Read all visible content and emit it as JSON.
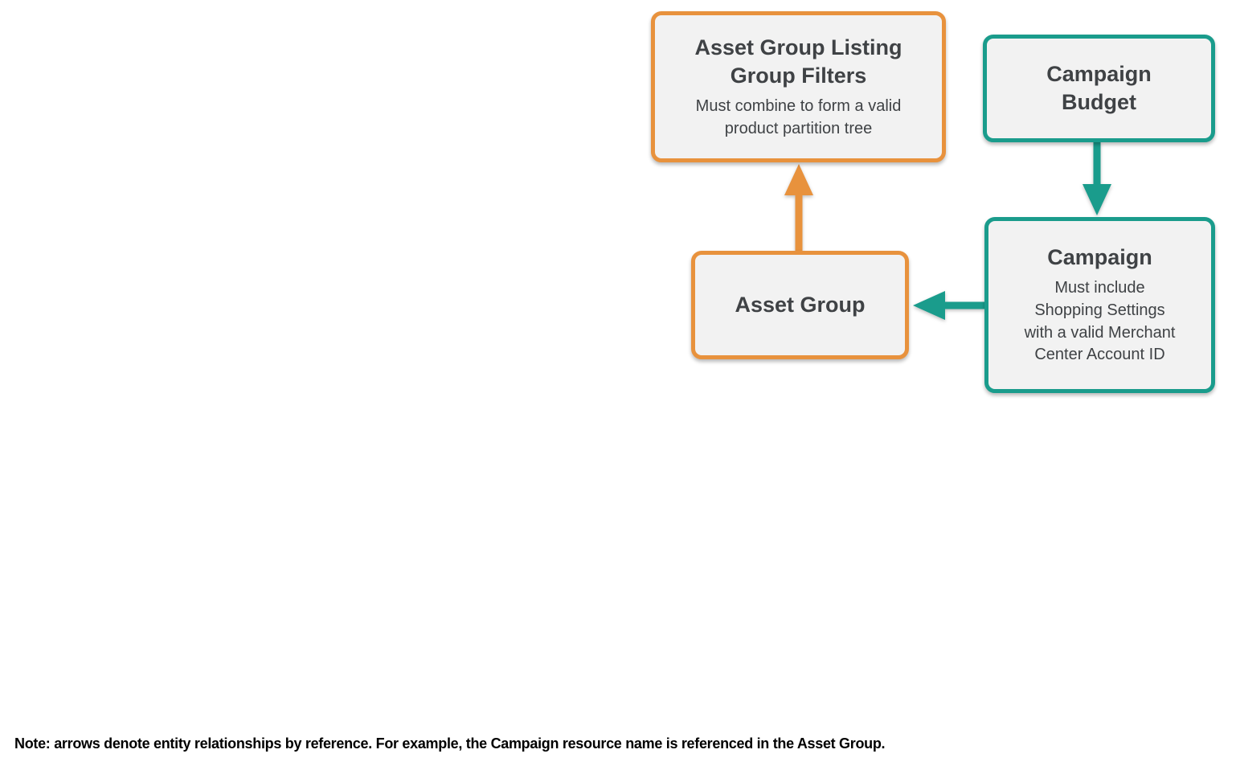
{
  "colors": {
    "page-bg": "#FFFFFF",
    "orange": "#E8923D",
    "teal": "#1A9C8C",
    "node-bg": "#F2F2F2",
    "text-dark": "#3F4245",
    "note-color": "#000000"
  },
  "nodes": {
    "listing_filters": {
      "title": "Asset Group Listing\nGroup Filters",
      "subtitle": "Must combine to form a valid\nproduct partition tree"
    },
    "campaign_budget": {
      "title": "Campaign\nBudget"
    },
    "campaign": {
      "title": "Campaign",
      "subtitle": "Must include\nShopping Settings\nwith a valid Merchant\nCenter Account ID"
    },
    "asset_group": {
      "title": "Asset Group"
    }
  },
  "arrows": [
    {
      "from": "Asset Group",
      "to": "Asset Group Listing Group Filters",
      "color": "#E8923D"
    },
    {
      "from": "Campaign Budget",
      "to": "Campaign",
      "color": "#1A9C8C"
    },
    {
      "from": "Campaign",
      "to": "Asset Group",
      "color": "#1A9C8C"
    }
  ],
  "note": "Note: arrows denote entity relationships by reference. For example, the Campaign resource name is referenced in the Asset Group."
}
